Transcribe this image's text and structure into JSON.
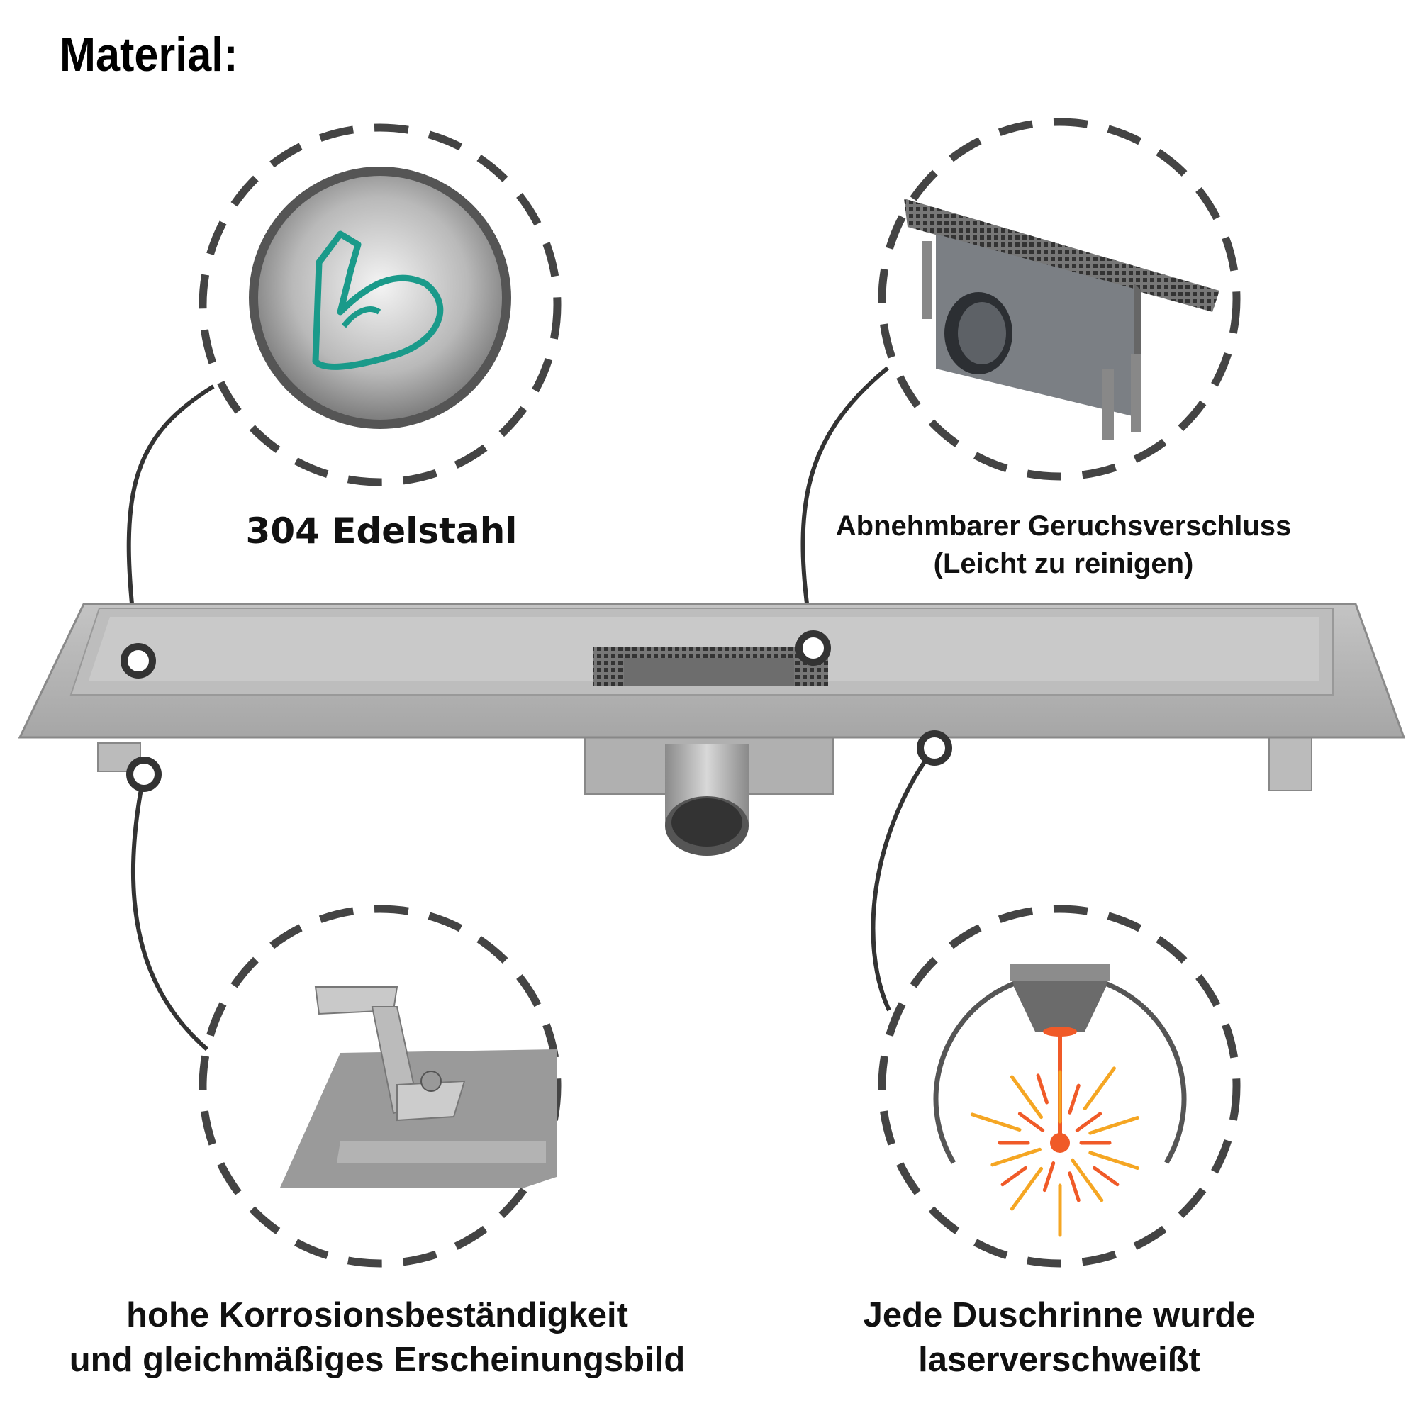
{
  "title": "Material:",
  "features": [
    {
      "label": "304 Edelstahl",
      "icon": "flexed-arm-icon"
    },
    {
      "line1": "Abnehmbarer Geruchsverschluss",
      "line2": "(Leicht zu reinigen)",
      "icon": "odor-trap-icon"
    },
    {
      "line1": "hohe Korrosionsbeständigkeit",
      "line2": "und gleichmäßiges Erscheinungsbild",
      "icon": "mounting-foot-icon"
    },
    {
      "line1": "Jede Duschrinne wurde",
      "line2": "laserverschweißt",
      "icon": "laser-weld-icon"
    }
  ],
  "colors": {
    "accent": "#1a9a8a",
    "dash": "#444444",
    "laser": "#f05a28",
    "spark": "#f5a623"
  }
}
